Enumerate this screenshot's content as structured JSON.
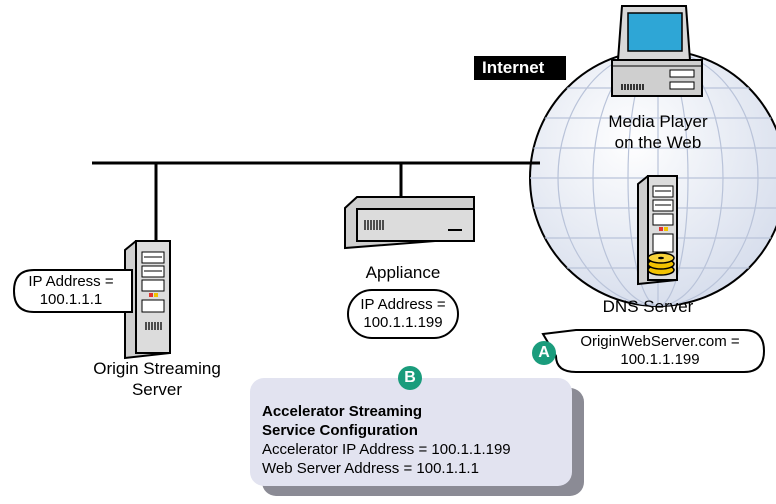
{
  "internet_label": "Internet",
  "media_player": {
    "line1": "Media Player",
    "line2": "on the Web"
  },
  "dns_server": {
    "label": "DNS Server"
  },
  "appliance": {
    "label": "Appliance",
    "ip_line1": "IP Address =",
    "ip_line2": "100.1.1.199"
  },
  "origin_server": {
    "label_line1": "Origin Streaming",
    "label_line2": "Server",
    "ip_line1": "IP Address =",
    "ip_line2": "100.1.1.1"
  },
  "dns_record": {
    "line1": "OriginWebServer.com =",
    "line2": "100.1.1.199"
  },
  "markers": {
    "a": "A",
    "b": "B"
  },
  "config": {
    "title_line1": "Accelerator Streaming",
    "title_line2": "Service Configuration",
    "line3": "Accelerator IP Address = 100.1.1.199",
    "line4": "Web Server Address = 100.1.1.1"
  },
  "colors": {
    "marker": "#1a9c7c",
    "globe": "#e6ebf5",
    "config_box": "#e2e3f0",
    "monitor_screen": "#2ea6d6"
  },
  "icons": [
    "globe-icon",
    "computer-icon",
    "server-tower-icon",
    "appliance-icon",
    "database-disk-icon"
  ]
}
